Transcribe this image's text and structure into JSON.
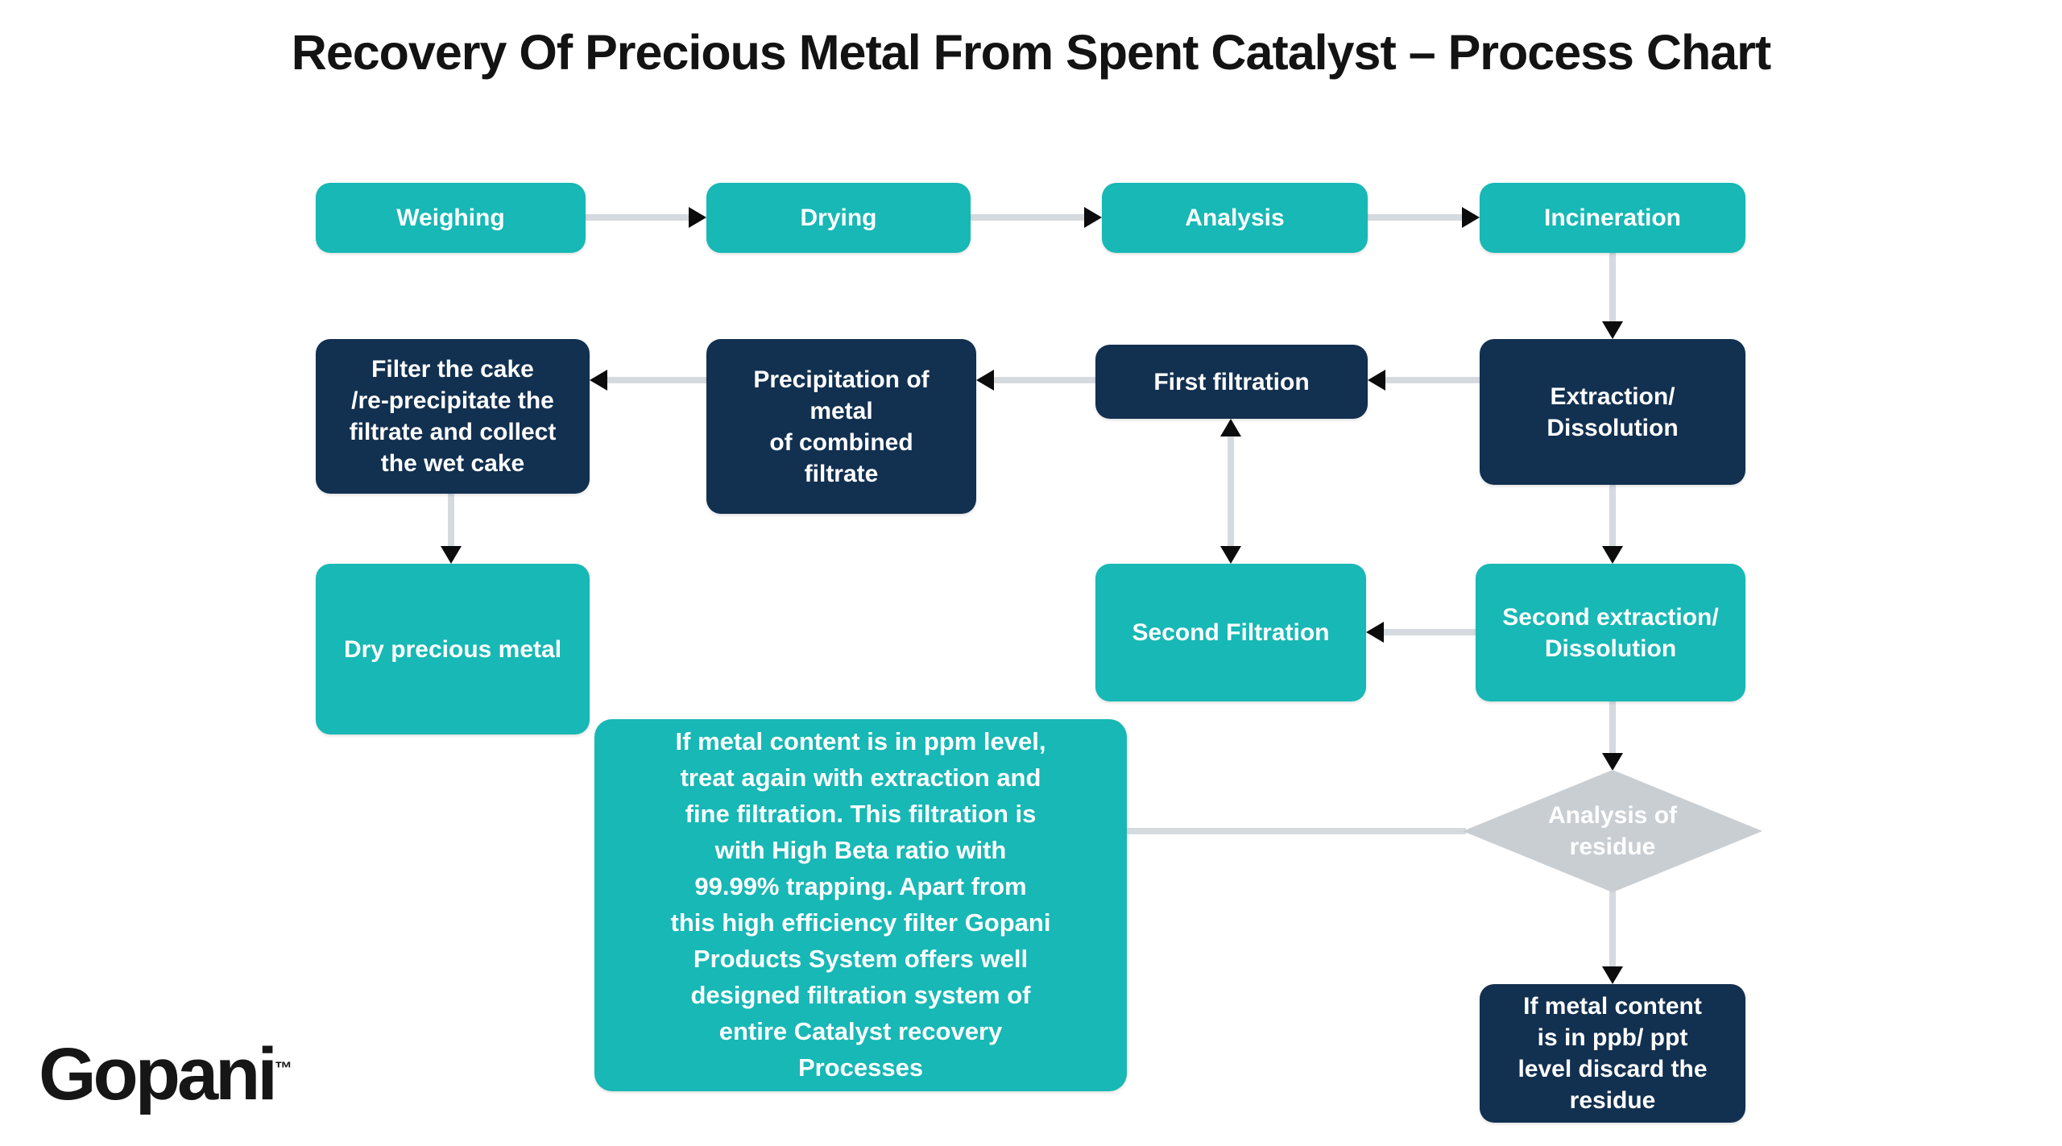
{
  "page": {
    "title": "Recovery Of Precious Metal From Spent Catalyst – Process Chart"
  },
  "logo": {
    "text": "Gopani",
    "tm": "™"
  },
  "colors": {
    "teal": "#17b8b5",
    "navy": "#123050",
    "diamond_gray": "#c9ced3",
    "connector_gray": "#d5dade",
    "arrowhead_black": "#0c0c0c",
    "title_black": "#131313",
    "background": "#ffffff"
  },
  "nodes": {
    "weighing": {
      "label": "Weighing"
    },
    "drying": {
      "label": "Drying"
    },
    "analysis": {
      "label": "Analysis"
    },
    "incineration": {
      "label": "Incineration"
    },
    "filter_cake": {
      "lines": [
        "Filter the cake",
        "/re-precipitate the",
        "filtrate and collect",
        "the wet cake"
      ]
    },
    "precipitation": {
      "lines": [
        "Precipitation of",
        "metal",
        "of combined",
        "filtrate"
      ]
    },
    "first_filtration": {
      "label": "First filtration"
    },
    "extraction": {
      "lines": [
        "Extraction/",
        "Dissolution"
      ]
    },
    "dry_metal": {
      "label": "Dry precious metal"
    },
    "second_filtration": {
      "label": "Second Filtration"
    },
    "second_extraction": {
      "lines": [
        "Second extraction/",
        "Dissolution"
      ]
    },
    "note": {
      "lines": [
        "If metal content is in ppm level,",
        "treat again with extraction and",
        "fine filtration. This filtration is",
        "with High Beta ratio with",
        "99.99% trapping. Apart from",
        "this high efficiency filter Gopani",
        "Products System offers well",
        "designed filtration system of",
        "entire Catalyst recovery",
        "Processes"
      ]
    },
    "analysis_residue": {
      "lines": [
        "Analysis of",
        "residue"
      ]
    },
    "discard": {
      "lines": [
        "If metal content",
        "is in ppb/ ppt",
        "level discard the",
        "residue"
      ]
    }
  }
}
